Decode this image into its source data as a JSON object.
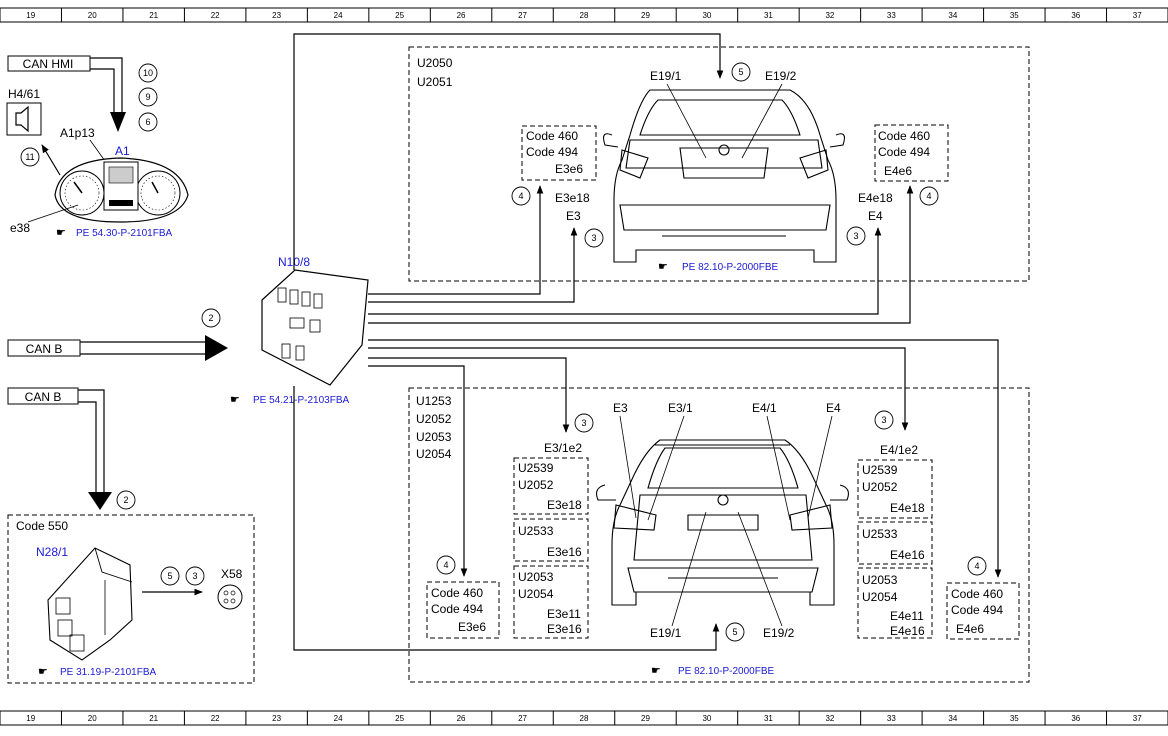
{
  "ruler_numbers": [
    "19",
    "20",
    "21",
    "22",
    "23",
    "24",
    "25",
    "26",
    "27",
    "28",
    "29",
    "30",
    "31",
    "32",
    "33",
    "34",
    "35",
    "36",
    "37"
  ],
  "can_hmi": "CAN HMI",
  "can_b_1": "CAN B",
  "can_b_2": "CAN B",
  "h4_61": "H4/61",
  "a1p13": "A1p13",
  "a1": "A1",
  "e38": "e38",
  "ref_cluster": "PE 54.30-P-2101FBA",
  "n10_8": "N10/8",
  "ref_n10": "PE 54.21-P-2103FBA",
  "code550": "Code 550",
  "n28_1": "N28/1",
  "x58": "X58",
  "ref_n28": "PE 31.19-P-2101FBA",
  "sedan": {
    "u2050": "U2050",
    "u2051": "U2051",
    "e19_1": "E19/1",
    "e19_2": "E19/2",
    "code460_l": "Code 460",
    "code494_l": "Code 494",
    "e3e6": "E3e6",
    "code460_r": "Code 460",
    "code494_r": "Code 494",
    "e4e6": "E4e6",
    "e3e18": "E3e18",
    "e3": "E3",
    "e4e18": "E4e18",
    "e4": "E4",
    "ref": "PE 82.10-P-2000FBE"
  },
  "estate": {
    "u1253": "U1253",
    "u2052": "U2052",
    "u2053": "U2053",
    "u2054": "U2054",
    "e3": "E3",
    "e3_1": "E3/1",
    "e4_1": "E4/1",
    "e4": "E4",
    "e3_1e2": "E3/1e2",
    "e4_1e2": "E4/1e2",
    "l_u2539": "U2539",
    "l_u2052": "U2052",
    "l_e3e18": "E3e18",
    "l_u2533": "U2533",
    "l_e3e16a": "E3e16",
    "l_u2053": "U2053",
    "l_u2054": "U2054",
    "l_e3e11": "E3e11",
    "l_e3e16b": "E3e16",
    "r_u2539": "U2539",
    "r_u2052": "U2052",
    "r_e4e18": "E4e18",
    "r_u2533": "U2533",
    "r_e4e16a": "E4e16",
    "r_u2053": "U2053",
    "r_u2054": "U2054",
    "r_e4e11": "E4e11",
    "r_e4e16b": "E4e16",
    "bl_code460": "Code 460",
    "bl_code494": "Code 494",
    "bl_e3e6": "E3e6",
    "br_code460": "Code 460",
    "br_code494": "Code 494",
    "br_e4e6": "E4e6",
    "e19_1": "E19/1",
    "e19_2": "E19/2",
    "ref": "PE 82.10-P-2000FBE"
  },
  "circles": {
    "c10": "10",
    "c9": "9",
    "c6": "6",
    "c11": "11",
    "c2a": "2",
    "c2b": "2",
    "c5a": "5",
    "c3a": "3",
    "s5": "5",
    "s4l": "4",
    "s3l": "3",
    "s3r": "3",
    "s4r": "4",
    "e3l": "3",
    "e3r": "3",
    "e4l": "4",
    "e4r": "4",
    "e5": "5"
  }
}
